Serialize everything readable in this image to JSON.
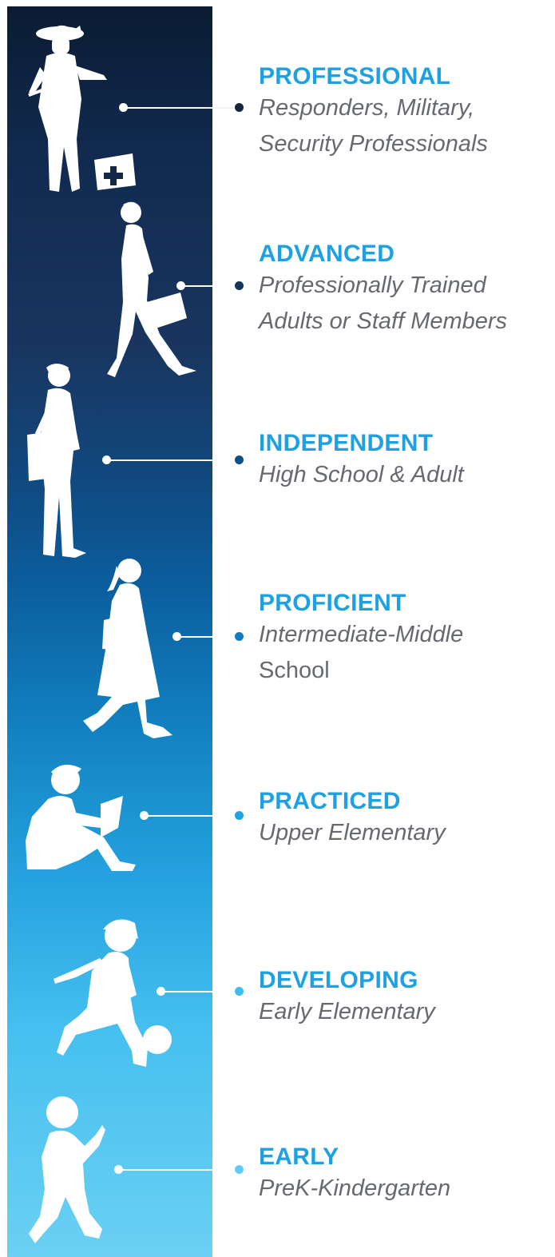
{
  "colors": {
    "title": "#1da1e3",
    "description": "#666a70",
    "band_top": "#0a1c33",
    "band_bottom": "#6bd0f3"
  },
  "levels": [
    {
      "key": "professional",
      "title": "PROFESSIONAL",
      "description": "Responders, Military, Security Professionals",
      "description_lines": [
        "Responders, Military,",
        "Security Professionals"
      ],
      "figure_icon": "first-responder-silhouette-icon",
      "dot_color": "#142741"
    },
    {
      "key": "advanced",
      "title": "ADVANCED",
      "description": "Professionally Trained Adults or Staff Members",
      "description_lines": [
        "Professionally Trained",
        "Adults or Staff Members"
      ],
      "figure_icon": "walking-professional-silhouette-icon",
      "dot_color": "#163355"
    },
    {
      "key": "independent",
      "title": "INDEPENDENT",
      "description": "High School & Adult",
      "description_lines": [
        "High School & Adult"
      ],
      "figure_icon": "teen-with-bag-silhouette-icon",
      "dot_color": "#0e4f86"
    },
    {
      "key": "proficient",
      "title": "PROFICIENT",
      "description": "Intermediate-Middle School",
      "description_lines": [
        "Intermediate-Middle",
        "School"
      ],
      "figure_icon": "girl-with-backpack-silhouette-icon",
      "dot_color": "#137cbf"
    },
    {
      "key": "practiced",
      "title": "PRACTICED",
      "description": "Upper Elementary",
      "description_lines": [
        "Upper Elementary"
      ],
      "figure_icon": "child-reading-silhouette-icon",
      "dot_color": "#22a2e0"
    },
    {
      "key": "developing",
      "title": "DEVELOPING",
      "description": "Early Elementary",
      "description_lines": [
        "Early Elementary"
      ],
      "figure_icon": "child-kicking-ball-silhouette-icon",
      "dot_color": "#40bdf0"
    },
    {
      "key": "early",
      "title": "EARLY",
      "description": "PreK-Kindergarten",
      "description_lines": [
        "PreK-Kindergarten"
      ],
      "figure_icon": "toddler-silhouette-icon",
      "dot_color": "#5fcdf3"
    }
  ]
}
